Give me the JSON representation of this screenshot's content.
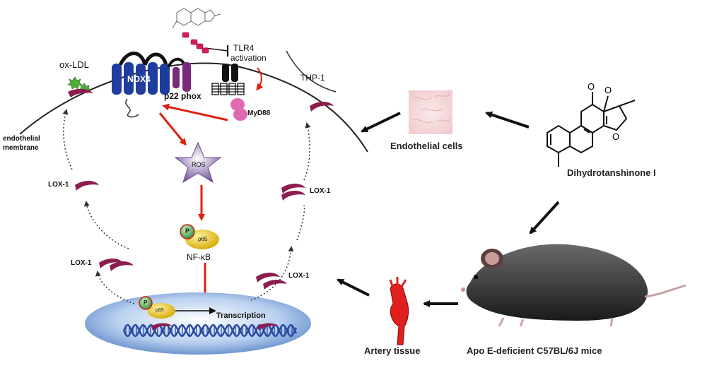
{
  "labels": {
    "ox_ldl": "ox-LDL",
    "nox4": "NOX4",
    "p22phox": "p22 phox",
    "tlr4": "TLR4",
    "activation": "activation",
    "myd88": "MyD88",
    "thp1": "THP-1",
    "endothelial_membrane": "endothelial membrane",
    "ros": "ROS",
    "lox1_upper_left": "LOX-1",
    "lox1_upper_right": "LOX-1",
    "lox1_lower_left": "LOX-1",
    "lox1_lower_right": "LOX-1",
    "p": "P",
    "p65": "p65",
    "nfkb": "NF-κB",
    "p_nucleus": "P",
    "p65_nucleus": "p65",
    "transcription": "Transcription",
    "endothelial_cells": "Endothelial cells",
    "compound_name": "Dihydrotanshinone I",
    "artery_tissue": "Artery tissue",
    "mice": "Apo E-deficient C57BL/6J mice"
  },
  "colors": {
    "nox4": "#1f3d9e",
    "p22phox": "#7a2a7a",
    "lox1": "#8b1e4f",
    "myd88": "#e06ab0",
    "red_arrow": "#e02010",
    "ros_star": "#8a6aa8",
    "p65": "#e8c020",
    "phospho": "#2e8b3e",
    "nucleus": "#7ea6dc",
    "dna": "#2a4aa0",
    "artery": "#e02020",
    "ox_ldl": "#4caf3a",
    "tlr4": "#111111"
  }
}
